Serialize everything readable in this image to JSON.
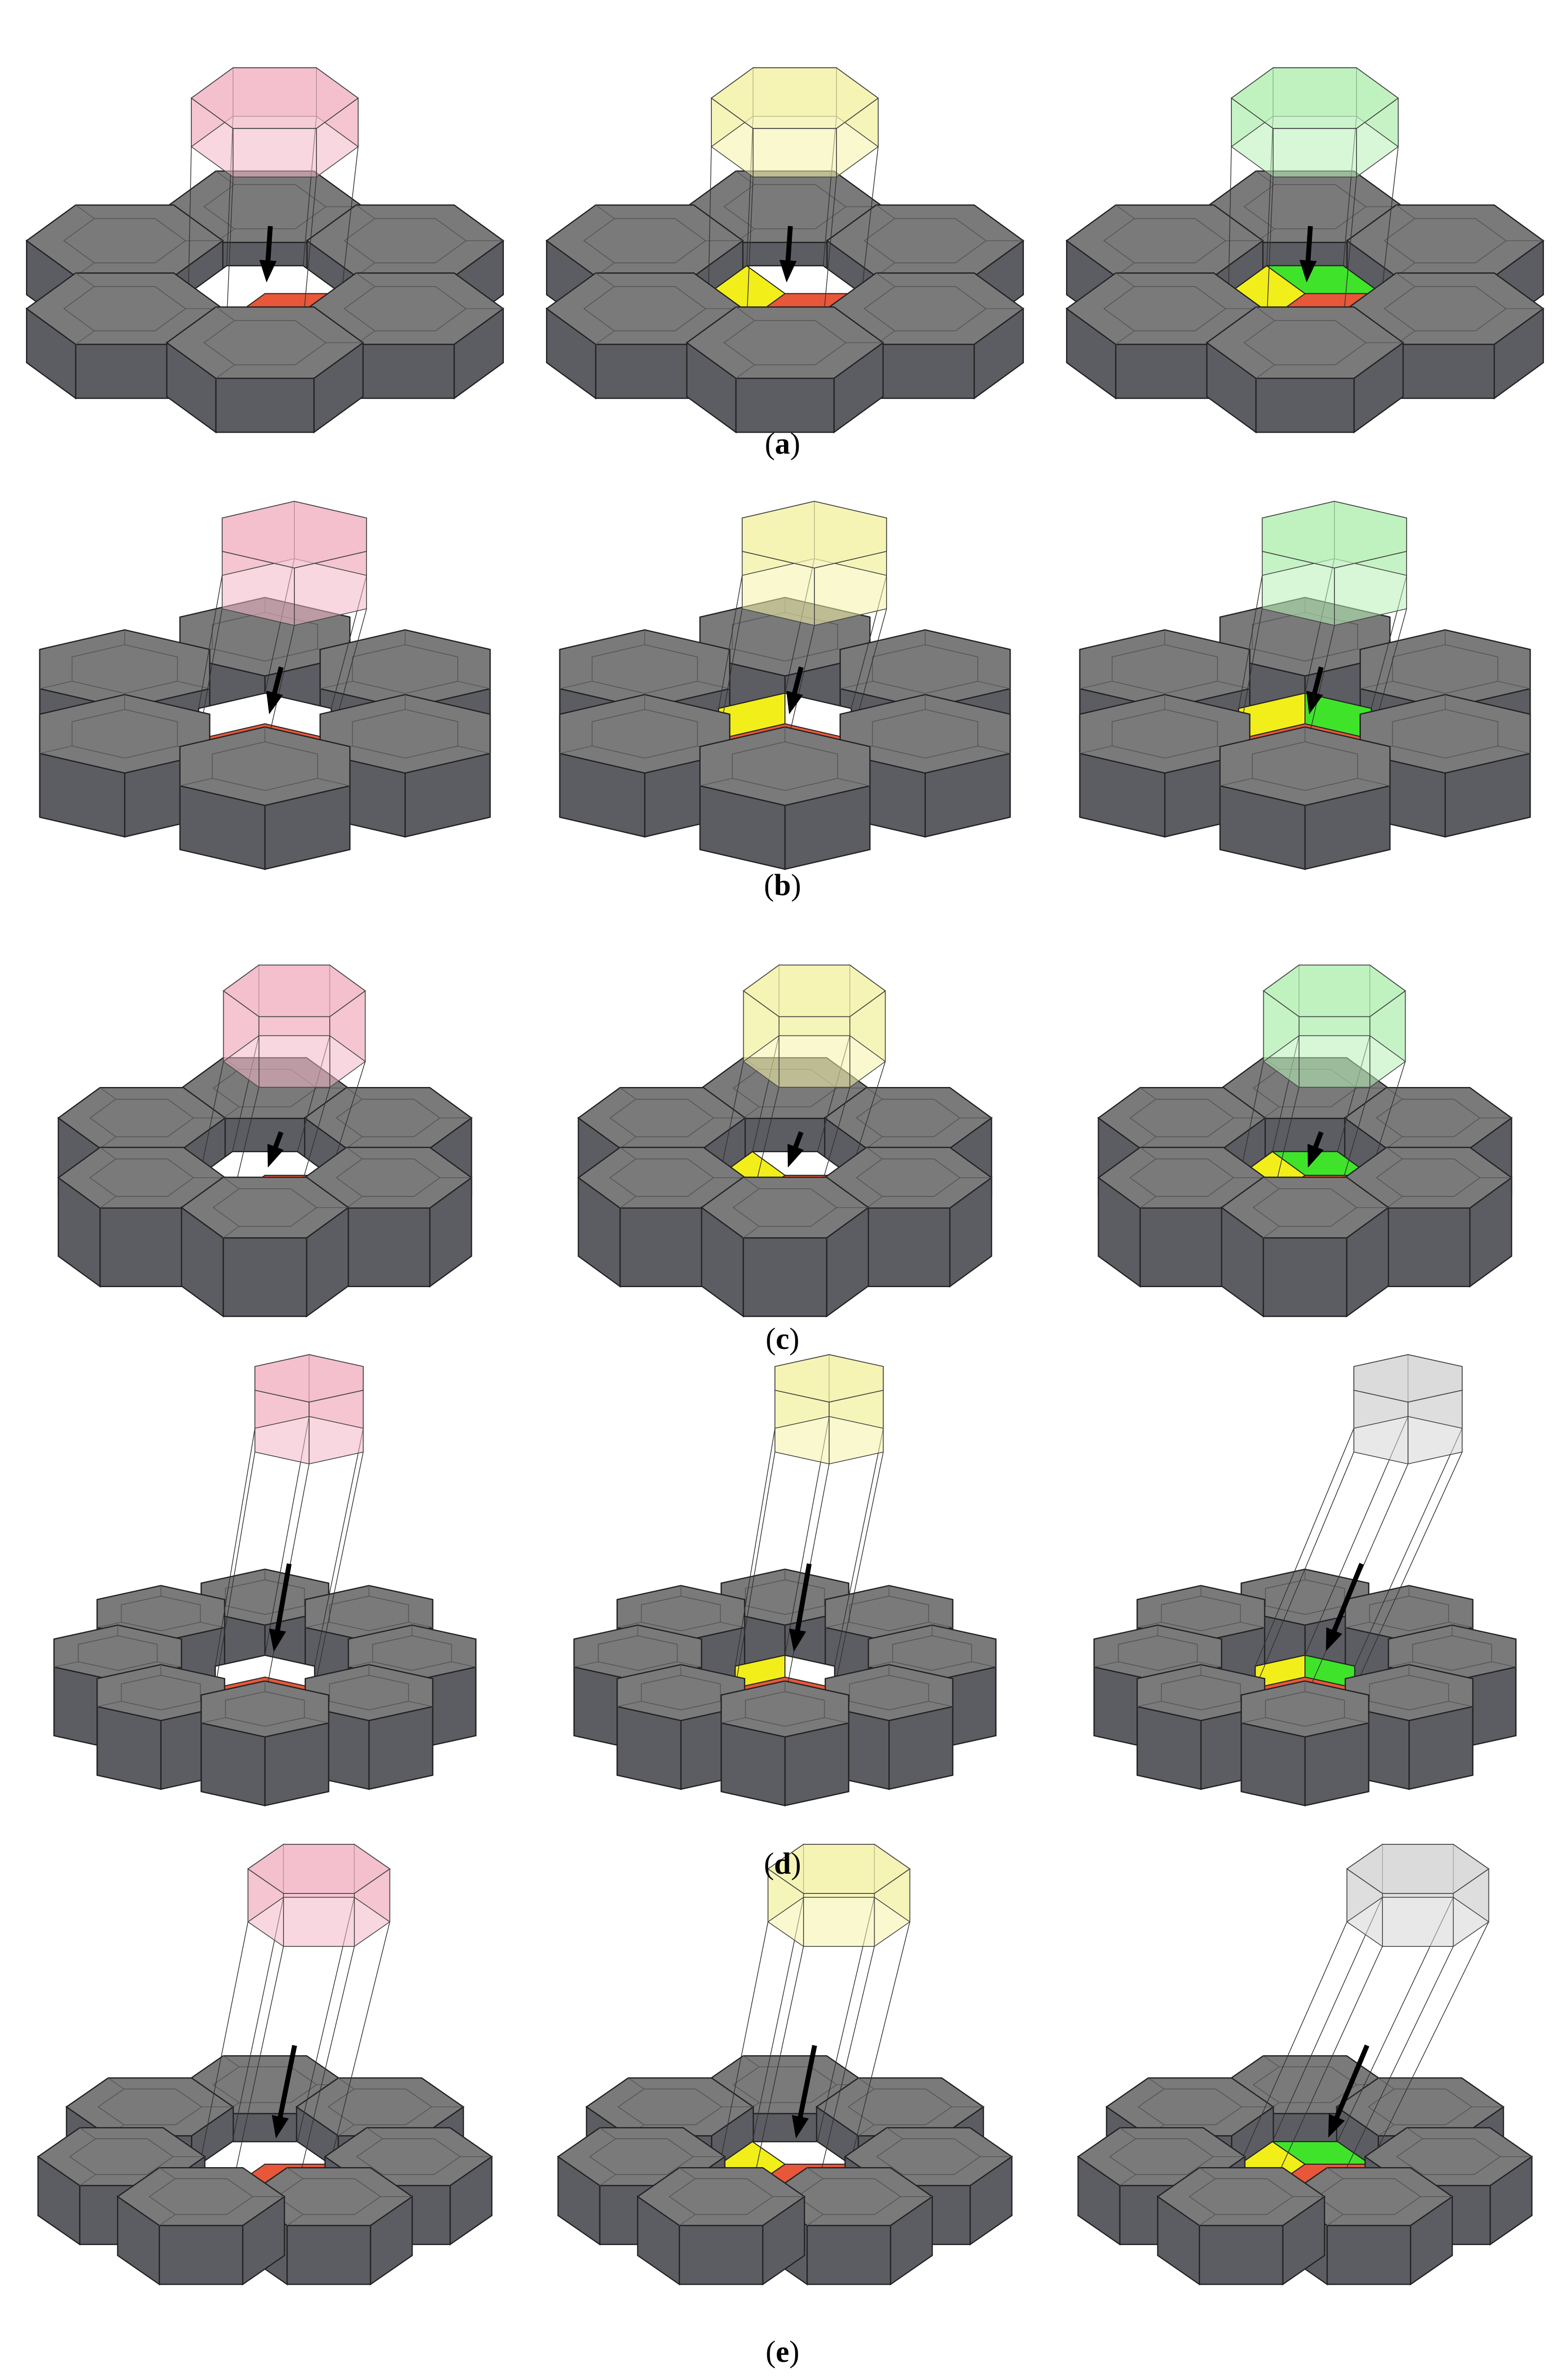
{
  "figure": {
    "rows": [
      {
        "id": "a",
        "label": "a",
        "scenarios": [
          "pink",
          "yellow",
          "green"
        ]
      },
      {
        "id": "b",
        "label": "b",
        "scenarios": [
          "pink",
          "yellow",
          "green"
        ]
      },
      {
        "id": "c",
        "label": "c",
        "scenarios": [
          "pink",
          "yellow",
          "green"
        ]
      },
      {
        "id": "d",
        "label": "d",
        "scenarios": [
          "pink",
          "yellow",
          "gray"
        ]
      },
      {
        "id": "e",
        "label": "e",
        "scenarios": [
          "pink",
          "yellow",
          "gray"
        ]
      }
    ],
    "colors": {
      "block_top": "#7a7a7a",
      "block_side": "#5c5c63",
      "block_edge": "#222222",
      "pink_fill": "#f2b6c6",
      "yellow_fill": "#f4f2a8",
      "green_fill": "#b6f0b6",
      "gray_fill": "#d6d6d6",
      "contact_red": "#e8573a",
      "contact_yellow": "#f2ee1a",
      "contact_green": "#3fe42a"
    }
  }
}
